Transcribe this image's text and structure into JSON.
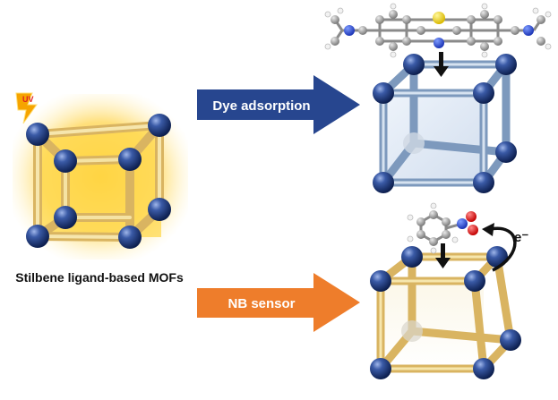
{
  "left": {
    "uv_label": "UV",
    "caption": "Stilbene ligand-based MOFs"
  },
  "process_top": {
    "label": "Dye adsorption",
    "color": "#27468f"
  },
  "process_bottom": {
    "label": "NB sensor",
    "color": "#ee7d2b",
    "electron_label": "e⁻"
  },
  "colors": {
    "node": "#1f3a78",
    "strut_yellow": "#e6c873",
    "strut_blue": "#9fb8d2",
    "glow_yellow": "#ffd445"
  }
}
